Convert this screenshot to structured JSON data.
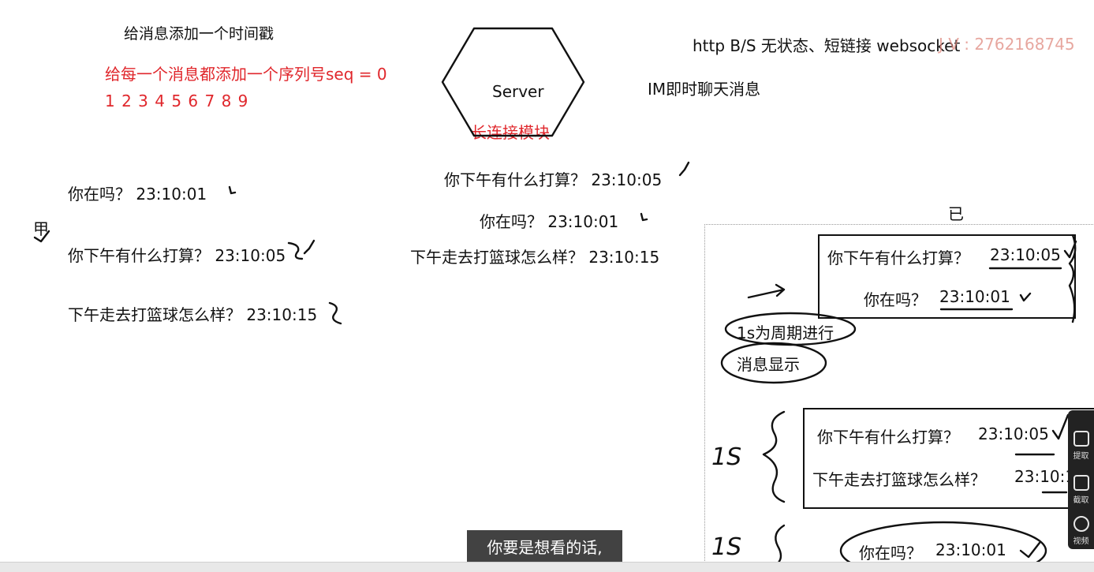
{
  "notes": {
    "timestamp_title": "给消息添加一个时间戳",
    "seq_title": "给每一个消息都添加一个序列号seq = 0",
    "seq_numbers": "1 2 3 4 5 6 7 8 9",
    "protocol": "http  B/S  无状态、短链接  websocket",
    "watermark": "J V : 2762168745",
    "im": "IM即时聊天消息",
    "server": "Server",
    "long_conn": "长连接模块"
  },
  "sender": {
    "label": "甲",
    "messages": [
      {
        "text": "你在吗？ 23:10:01"
      },
      {
        "text": "你下午有什么打算？ 23:10:05"
      },
      {
        "text": "下午走去打篮球怎么样？ 23:10:15"
      }
    ]
  },
  "received": {
    "messages": [
      {
        "text": "你下午有什么打算？ 23:10:05"
      },
      {
        "text": "你在吗？ 23:10:01"
      },
      {
        "text": "下午走去打篮球怎么样？ 23:10:15"
      }
    ]
  },
  "receiver": {
    "label": "已",
    "box1": [
      {
        "text": "你下午有什么打算？",
        "time": "23:10:05"
      },
      {
        "text": "你在吗？",
        "time": "23:10:01"
      }
    ],
    "bubble1": "1s为周期进行",
    "bubble2": "消息显示",
    "period1": "1S",
    "box2": [
      {
        "text": "你下午有什么打算？",
        "time": "23:10:05"
      },
      {
        "text": "下午走去打篮球怎么样？",
        "time": "23:10:1"
      }
    ],
    "period2": "1S",
    "bubble3": {
      "text": "你在吗？",
      "time": "23:10:01"
    }
  },
  "subtitle": "你要是想看的话,",
  "tools": [
    {
      "label": "提取"
    },
    {
      "label": "截取"
    },
    {
      "label": "视频"
    }
  ]
}
